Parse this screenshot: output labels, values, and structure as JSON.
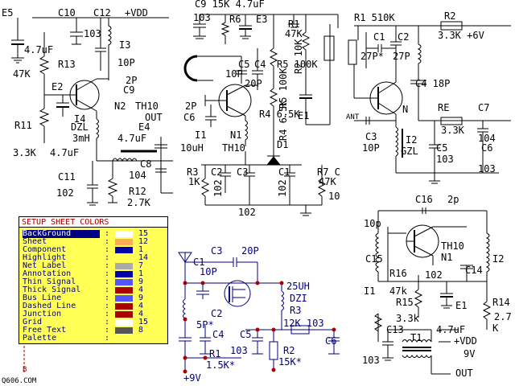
{
  "dialog": {
    "title": "SETUP SHEET COLORS",
    "separator": ":",
    "rows": [
      {
        "label": "BackGround",
        "swatch": "#ffffff",
        "index": "15",
        "selected": true
      },
      {
        "label": "Sheet",
        "swatch": "#ffaa55",
        "index": "12"
      },
      {
        "label": "Component",
        "swatch": "#0000aa",
        "index": "1"
      },
      {
        "label": "Highlight",
        "swatch": "#ffff55",
        "index": "14"
      },
      {
        "label": "Net Label",
        "swatch": "#aaaaaa",
        "index": "7"
      },
      {
        "label": "Annotation",
        "swatch": "#0000aa",
        "index": "1"
      },
      {
        "label": "Thin Signal",
        "swatch": "#5555ff",
        "index": "9"
      },
      {
        "label": "Thick Signal",
        "swatch": "#aa0000",
        "index": "4"
      },
      {
        "label": "Bus Line",
        "swatch": "#5555ff",
        "index": "9"
      },
      {
        "label": "Dashed Line",
        "swatch": "#aa0000",
        "index": "4"
      },
      {
        "label": "Junction",
        "swatch": "#aa0000",
        "index": "4"
      },
      {
        "label": "Grid",
        "swatch": "#ffffff",
        "index": "15"
      },
      {
        "label": "Free Text",
        "swatch": "#555555",
        "index": "8"
      },
      {
        "label": "Palette",
        "swatch": "",
        "index": ""
      }
    ]
  },
  "schematic": {
    "labels": {
      "e5": "E5",
      "c10": "C10",
      "c12": "C12",
      "vdd_top": "+VDD",
      "c9_15k": "C9 15K 4.7uF",
      "v103_top": "103",
      "r6": "R6",
      "e3": "E3",
      "r1_510k": "R1 510K",
      "r2_top": "R2",
      "r2_val": "3.3K +6V",
      "c10_val": "103",
      "e5_val": "4.7uF",
      "i3": "I3",
      "v10p": "10P",
      "r13": "R13",
      "v47k": "47K",
      "e2": "E2",
      "v2p": "2P",
      "c9": "C9",
      "n2": "N2",
      "th10_top": "TH10",
      "out_top": "OUT",
      "r11": "R11",
      "dzl": "DZL",
      "i4": "I4",
      "v3mh": "3mH",
      "e4": "E4",
      "e4_val": "4.7uF",
      "v33k_l": "3.3K",
      "v47uf_l": "4.7uF",
      "c8": "C8",
      "c11": "C11",
      "v104": "104",
      "v102_l": "102",
      "r12": "R12",
      "v27k": "2.7K",
      "r1_47k": "R1",
      "r1_47k_v": "47K",
      "r2_10k": "R2 10K",
      "c5_10p": "C5",
      "c5_v": "10P",
      "c4_20p": "C4",
      "c4_v": "20P",
      "r5_100k": "R5 100K",
      "v2p_b": "2P",
      "c6_b": "C6",
      "r4_65k": "R4 6.5K",
      "e1_m": "E1",
      "i1": "I1",
      "i1_v": "10uH",
      "n1": "N1",
      "th10_m": "TH10",
      "d1": "D1",
      "r3": "R3",
      "r3_v": "1K",
      "c2_m": "C2",
      "c3_m": "C3",
      "c1_m": "C1",
      "r7": "R7 C",
      "r7_v": "47K",
      "v102_m1": "102",
      "v102_m2": "102",
      "v102_bot": "102",
      "v10_edge": "10",
      "c1_r": "C1",
      "c2_r": "C2",
      "v27p1": "27P*",
      "v27p2": "27P",
      "c4_r": "C4 18P",
      "n_r": "N",
      "ant": "ANT",
      "c3_r": "C3",
      "c3_rv": "10P",
      "i2_r": "I2",
      "gzl": "GZL",
      "re": "RE",
      "c7_r": "C7",
      "v33k_r": "3.3K",
      "v104_r": "104",
      "c5_r": "C5",
      "c6_r": "C6",
      "v103_r": "103",
      "v103_r2": "103",
      "c16": "C16",
      "c16_v": "2p",
      "v10p_r": "10p",
      "th10_r": "TH10",
      "n1_r": "N1",
      "c15": "C15",
      "i2_rr": "I2",
      "i1_r": "I1",
      "r16": "R16",
      "v102_r": "102",
      "c14": "C14",
      "v47k_r": "47k",
      "r15": "R15",
      "e1_r": "E1",
      "r14": "R14",
      "v27_r": "2.7",
      "v33k_b": "3.3k",
      "v47uf_b": "4.7uF",
      "vk_r": "K",
      "c13": "C13",
      "t1": "T1",
      "vdd_b": "+VDD",
      "v103_rb": "103",
      "v9v": "9V",
      "out_b": "OUT",
      "c3_b": "C3",
      "v20p_b": "20P",
      "c1_b": "C1",
      "v10p_b": "10P",
      "v25uh": "25UH",
      "dzl_b": "DZI",
      "c2_b": "C2",
      "r3_b": "R3",
      "v5p_b": "5P*",
      "v12k_b": "12K 103",
      "c4_b": "C4",
      "c5_b": "C5",
      "v103_b1": "103",
      "r1_b": "R1",
      "r2_b": "R2",
      "c6_b2": "C6",
      "v15k_b1": "1.5K*",
      "v15k_b2": "15K*",
      "v9v_b": "+9V",
      "q606": "Q606.COM",
      "b_mark": "B"
    }
  }
}
